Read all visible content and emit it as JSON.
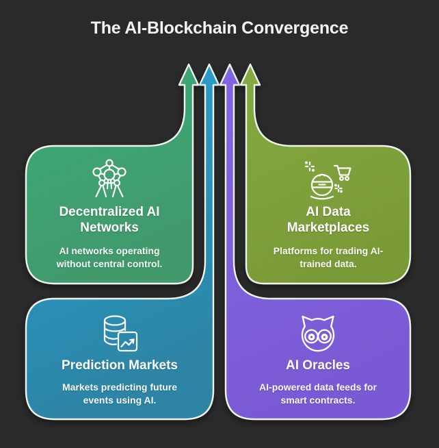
{
  "title": "The AI-Blockchain Convergence",
  "theme": {
    "background": "#2a2a2a",
    "outline": "#edf3ee",
    "text": "#ffffff"
  },
  "cards": [
    {
      "position": "top-left",
      "title": "Decentralized AI Networks",
      "description": "AI networks operating without central control.",
      "icon": "network-icon",
      "color_start": "#3aac77",
      "color_end": "#42996c"
    },
    {
      "position": "top-right",
      "title": "AI Data Marketplaces",
      "description": "Platforms for trading AI-trained data.",
      "icon": "robot-shopping-cart-icon",
      "color_start": "#85ab40",
      "color_end": "#7a9a38"
    },
    {
      "position": "bottom-left",
      "title": "Prediction Markets",
      "description": "Markets predicting future events using AI.",
      "icon": "database-chart-icon",
      "color_start": "#29a2d5",
      "color_end": "#2d84a4"
    },
    {
      "position": "bottom-right",
      "title": "AI Oracles",
      "description": "AI-powered data feeds for smart contracts.",
      "icon": "owl-icon",
      "color_start": "#8065e2",
      "color_end": "#7a5ad4"
    }
  ],
  "arrows": {
    "direction": "up",
    "count": 4,
    "colors": [
      "#3aac77",
      "#29a2d5",
      "#8065e2",
      "#85ab40"
    ]
  }
}
